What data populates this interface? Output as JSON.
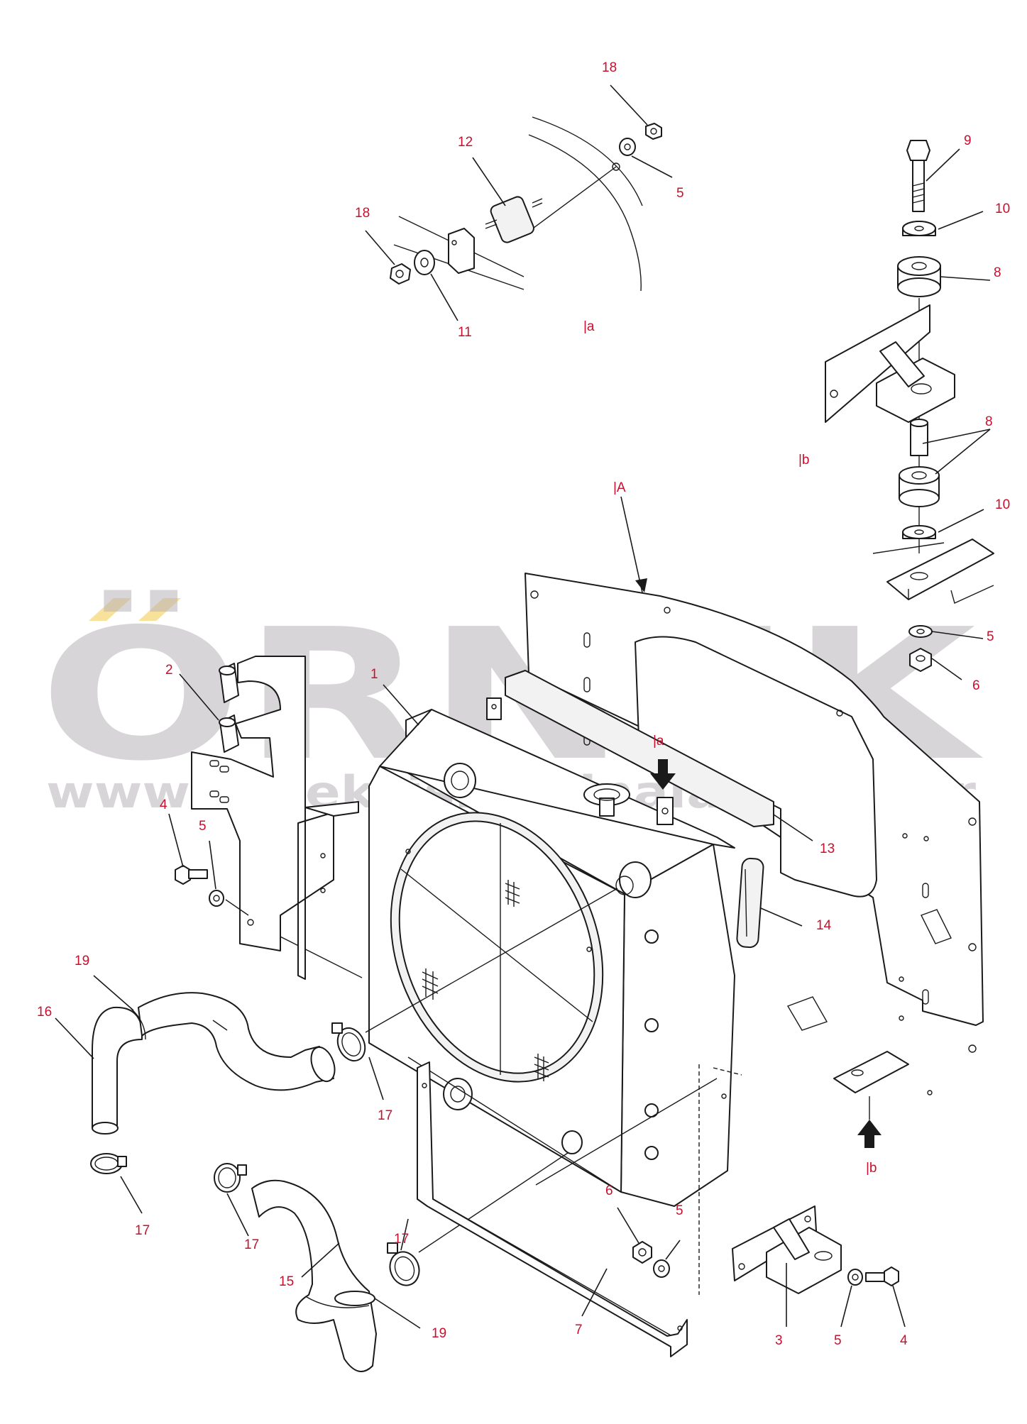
{
  "watermark": {
    "brand": "ÖRNEK",
    "url": "www.orneksismakinalari.com.tr",
    "brand_color": "#b8b3b8",
    "accent_color": "#f7dc8a"
  },
  "label_color": "#c8102e",
  "callouts": {
    "c18a": "18",
    "c12": "12",
    "c5a": "5",
    "c18b": "18",
    "c11": "11",
    "c9": "9",
    "c10a": "10",
    "c8a": "8",
    "c8b": "8",
    "c10b": "10",
    "c5b": "5",
    "c6a": "6",
    "c2": "2",
    "c1": "1",
    "c13": "13",
    "c14": "14",
    "c4a": "4",
    "c5c": "5",
    "c19a": "19",
    "c16": "16",
    "c17a": "17",
    "c17b": "17",
    "c17c": "17",
    "c17d": "17",
    "c15": "15",
    "c19b": "19",
    "c7": "7",
    "c6b": "6",
    "c5d": "5",
    "c3": "3",
    "c5e": "5",
    "c4b": "4"
  },
  "refs": {
    "ref_a_top": "|a",
    "ref_b_side": "|b",
    "ref_A": "|A",
    "ref_a_mid": "|a",
    "ref_b_low": "|b"
  }
}
